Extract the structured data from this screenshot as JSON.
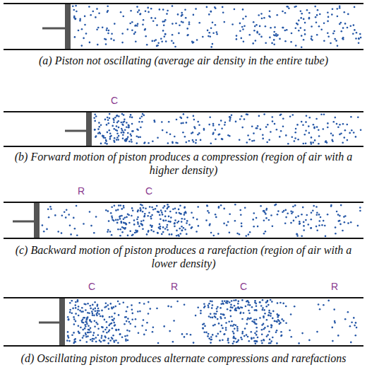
{
  "diagram": {
    "labels": [
      "(a) Piston not oscillating (average air density in the entire tube)",
      "C",
      "(b) Forward motion of piston produces a compression (region of air with a higher density)",
      "R",
      "C",
      "(c) Backward motion of piston produces a rarefaction (region of air with a lower density)",
      "C",
      "R",
      "C",
      "R",
      "(d) Oscillating piston produces alternate compressions and rarefactions"
    ]
  }
}
